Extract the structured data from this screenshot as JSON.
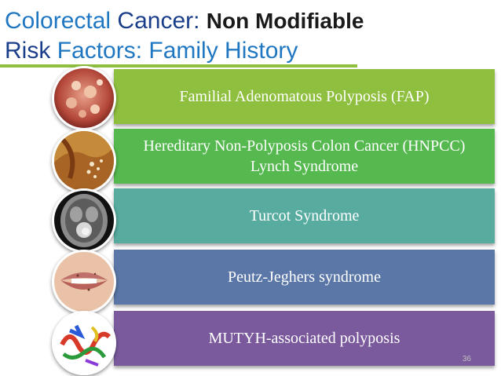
{
  "title": {
    "word1": "Colorectal",
    "word2": "Cancer:",
    "word3": "Non Modifiable",
    "word4": "Risk",
    "word5": "Factors: Family History"
  },
  "items": [
    {
      "label": "Familial Adenomatous Polyposis (FAP)",
      "color": "#8fbf3f",
      "icon": "colon-polyps-image"
    },
    {
      "label": "Hereditary Non-Polyposis Colon Cancer (HNPCC) Lynch Syndrome",
      "color": "#55b94f",
      "icon": "colon-tissue-image"
    },
    {
      "label": "Turcot Syndrome",
      "color": "#57ab9f",
      "icon": "brain-scan-image"
    },
    {
      "label": "Peutz-Jeghers syndrome",
      "color": "#5a77a8",
      "icon": "lips-image"
    },
    {
      "label": "MUTYH-associated polyposis",
      "color": "#7a5a9c",
      "icon": "protein-structure-image"
    }
  ],
  "slide_number": "36"
}
